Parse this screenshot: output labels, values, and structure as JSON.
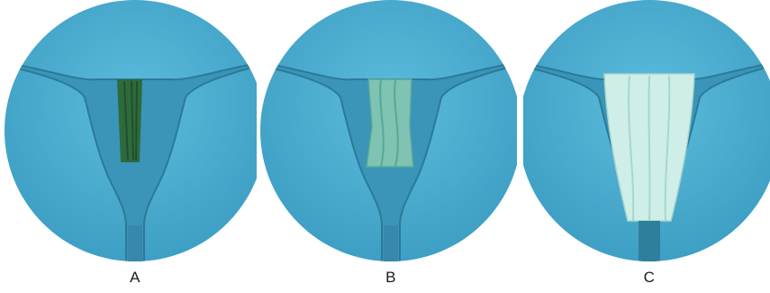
{
  "panels": [
    {
      "label": "A",
      "stage": "collapsed"
    },
    {
      "label": "B",
      "stage": "partially-expanded"
    },
    {
      "label": "C",
      "stage": "fully-expanded"
    }
  ],
  "colors": {
    "background_disc": "#4fb0d2",
    "cavity_outline": "#2f7f9c",
    "cavity_inner": "#43a3c6",
    "device_collapsed": "#2e6b3c",
    "device_partial": "#7fc3b3",
    "device_expanded": "#cfeee8"
  }
}
